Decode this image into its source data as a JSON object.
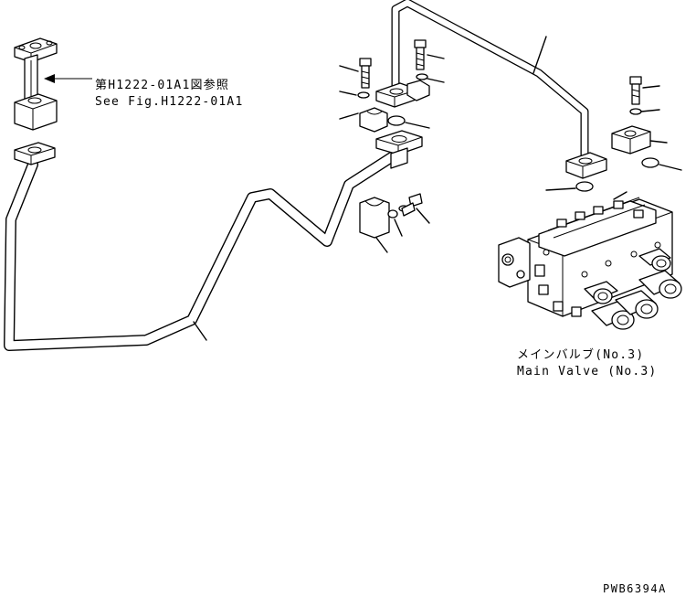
{
  "diagram": {
    "reference_jp": "第H1222-01A1図参照",
    "reference_en": "See Fig.H1222-01A1",
    "main_valve_jp": "メインバルブ(No.3)",
    "main_valve_en": "Main Valve (No.3)",
    "drawing_code": "PWB6394A"
  }
}
